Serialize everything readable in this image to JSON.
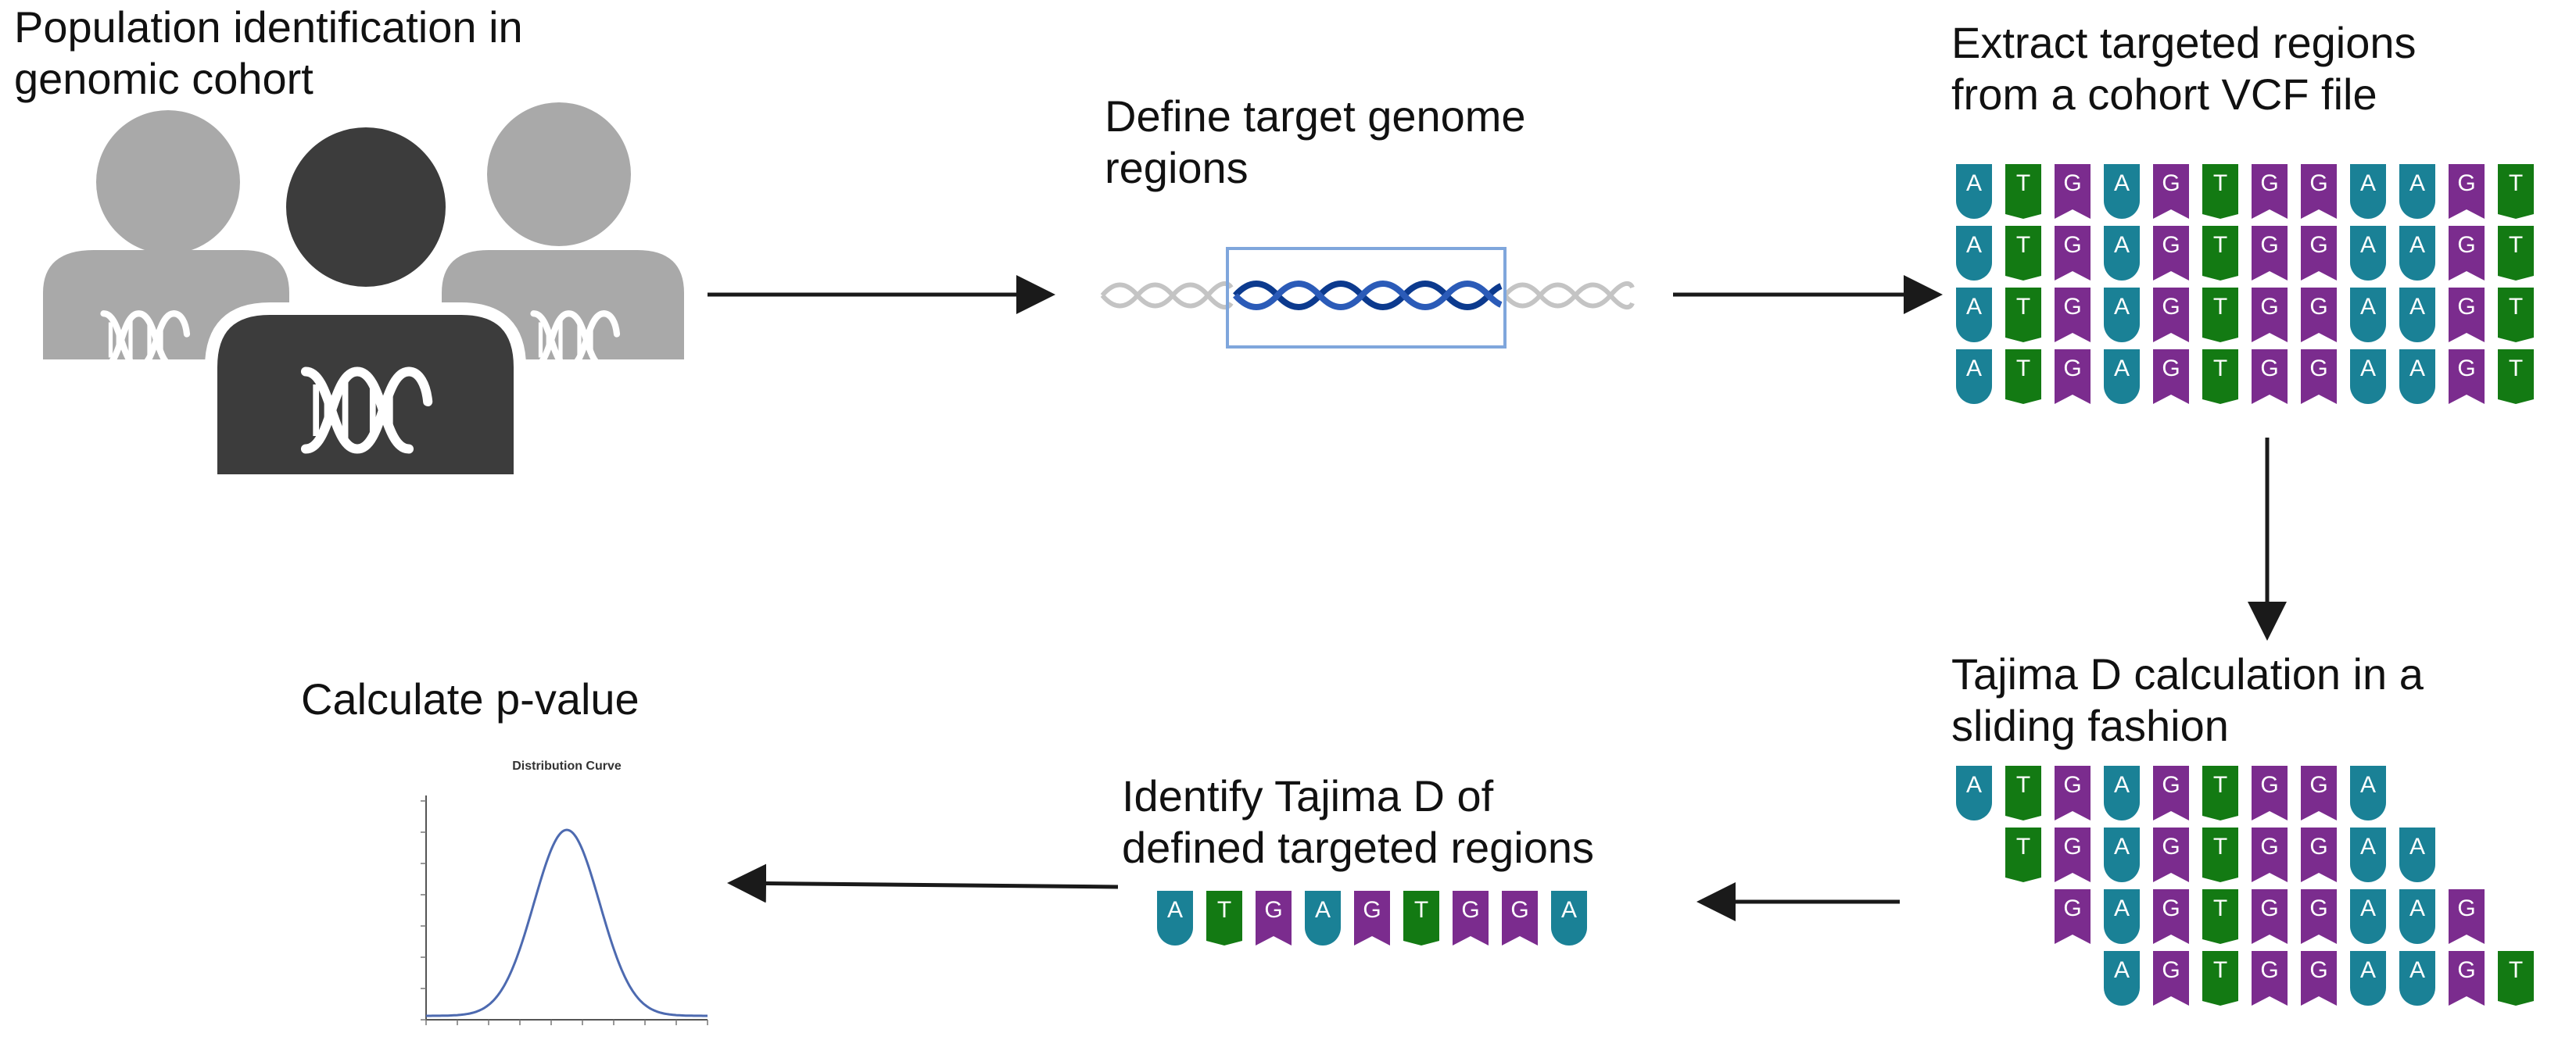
{
  "steps": {
    "population": {
      "line1": "Population identification in",
      "line2": "genomic cohort"
    },
    "define": {
      "line1": "Define target genome",
      "line2": "regions"
    },
    "extract": {
      "line1": "Extract targeted regions",
      "line2": "from a cohort VCF file"
    },
    "tajima": {
      "line1": "Tajima D calculation in a",
      "line2": "sliding fashion"
    },
    "identify": {
      "line1": "Identify Tajima D of",
      "line2": "defined targeted regions"
    },
    "pvalue": {
      "line1": "Calculate p-value"
    }
  },
  "sequences": {
    "vcf_rows": [
      [
        "A",
        "T",
        "G",
        "A",
        "G",
        "T",
        "G",
        "G",
        "A",
        "A",
        "G",
        "T"
      ],
      [
        "A",
        "T",
        "G",
        "A",
        "G",
        "T",
        "G",
        "G",
        "A",
        "A",
        "G",
        "T"
      ],
      [
        "A",
        "T",
        "G",
        "A",
        "G",
        "T",
        "G",
        "G",
        "A",
        "A",
        "G",
        "T"
      ],
      [
        "A",
        "T",
        "G",
        "A",
        "G",
        "T",
        "G",
        "G",
        "A",
        "A",
        "G",
        "T"
      ]
    ],
    "sliding_rows": [
      [
        "A",
        "T",
        "G",
        "A",
        "G",
        "T",
        "G",
        "G",
        "A"
      ],
      [
        "T",
        "G",
        "A",
        "G",
        "T",
        "G",
        "G",
        "A",
        "A"
      ],
      [
        "G",
        "A",
        "G",
        "T",
        "G",
        "G",
        "A",
        "A",
        "G"
      ],
      [
        "A",
        "G",
        "T",
        "G",
        "G",
        "A",
        "A",
        "G",
        "T"
      ]
    ],
    "sliding_offsets": [
      0,
      1,
      2,
      3
    ],
    "identified": [
      "A",
      "T",
      "G",
      "A",
      "G",
      "T",
      "G",
      "G",
      "A"
    ]
  },
  "chart_data": {
    "type": "line",
    "title": "Distribution Curve",
    "shape": "normal distribution (bell curve)",
    "grid": false,
    "xlabel": "",
    "ylabel": ""
  },
  "colors": {
    "A": "#1a8196",
    "T": "#137a13",
    "G": "#7b2c8e",
    "arrow": "#1a1a1a",
    "person_front": "#3c3c3c",
    "person_back": "#a9a9a9",
    "dna_highlight": "#0c3a8e",
    "dna_faded": "#c4c4c4",
    "region_box": "#7fa6dc",
    "curve": "#4d6ab0"
  }
}
